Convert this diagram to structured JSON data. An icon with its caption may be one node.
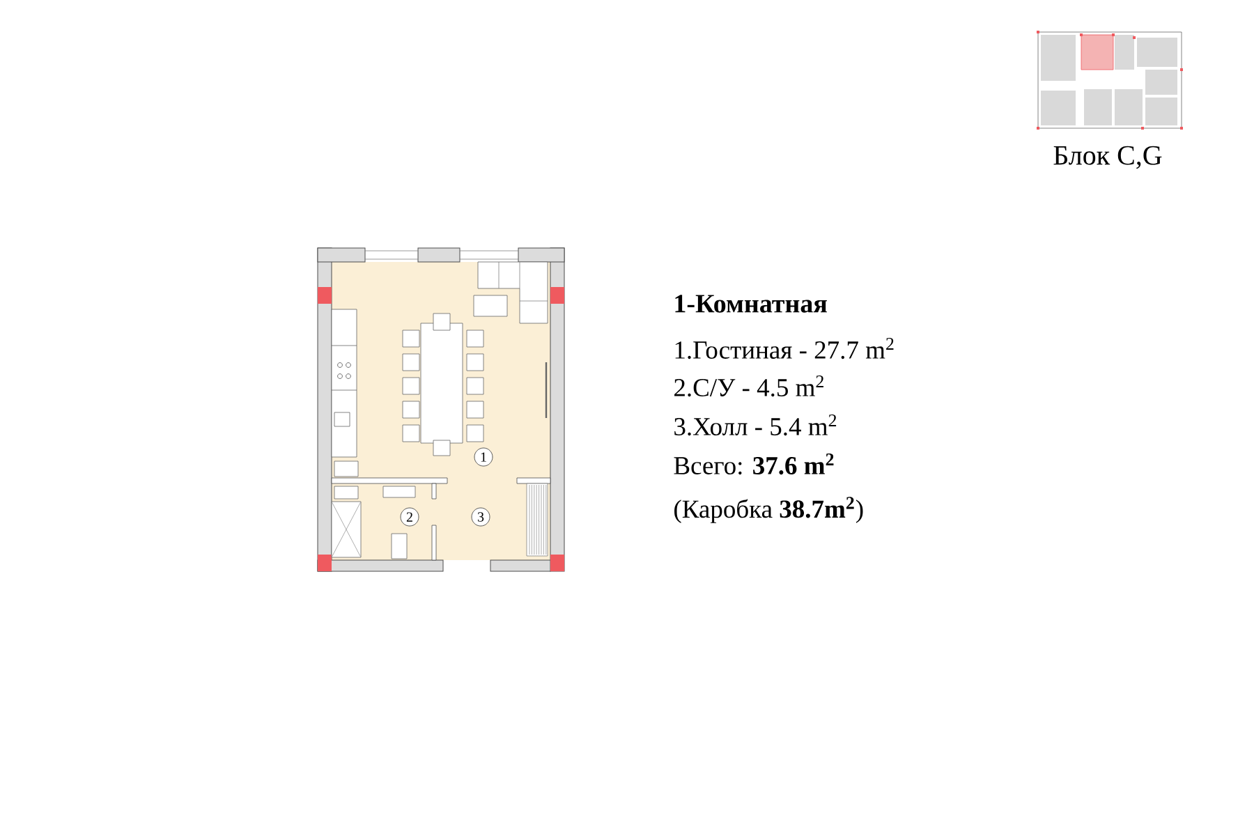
{
  "diagram": {
    "nodes": [
      {
        "text": [
          "1"
        ]
      },
      {
        "text": [
          "2"
        ]
      },
      {
        "text": [
          "3"
        ]
      }
    ],
    "labels": [
      "Блок C,G",
      "1-Комнатная",
      "1.Гостиная - 27.7 m$^{2}$",
      "2.С/У - 4.5 m$^{2}$",
      "3.Холл - 5.4 m$^{2}$",
      "Всего: **37.6 m$^{2}$**",
      "(Каробка **38.7m$^{2}$**)"
    ]
  }
}
